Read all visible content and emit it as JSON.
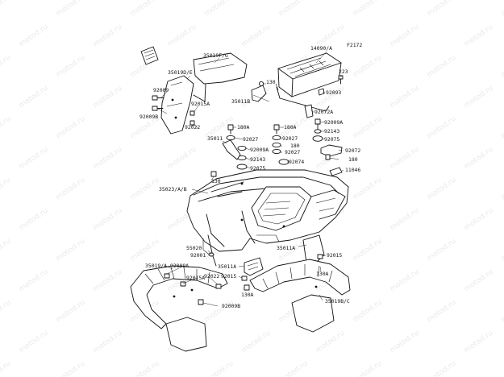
{
  "diagram": {
    "code": "F2172",
    "watermark": "motod.ru",
    "labels": {
      "p14090a": "14090/A",
      "p223": "223",
      "p92093": "92093",
      "p35019fg": "35019F/G",
      "p35019de": "35019D/E",
      "p130_top": "130",
      "p35011b": "35011B",
      "p92009_left": "92009",
      "p92009b_left": "92009B",
      "p92015a_top": "92015A",
      "p92022_top": "92022",
      "p92072a": "92072A",
      "p92009a_r": "92009A",
      "p92143_r": "92143",
      "p92075_r": "92075",
      "p180a_l": "180A",
      "p180a_r": "180A",
      "p35011": "35011",
      "p92027_l": "92027",
      "p92009a_m": "92009A",
      "p92143_m": "92143",
      "p92075_m": "92075",
      "p92027_r": "92027",
      "p180_m": "180",
      "p92027_r2": "92027",
      "p92072": "92072",
      "p180_r": "180",
      "p11046": "11046",
      "p92074": "92074",
      "p130_mid": "130",
      "p35023ab": "35023/A/B",
      "p55020": "55020",
      "p92001": "92001",
      "p35011a_r": "35011A",
      "p35019a": "35019/A",
      "p92009a_bl": "92009A",
      "p35011a_m": "35011A",
      "p92015_m": "92015",
      "p92015a_bl": "92015A",
      "p92022_bl": "92022",
      "p130a_m": "130A",
      "p92009b_bl": "92009B",
      "p92015_r": "92015",
      "p130a_r": "130A",
      "p35019bc": "35019B/C"
    }
  }
}
